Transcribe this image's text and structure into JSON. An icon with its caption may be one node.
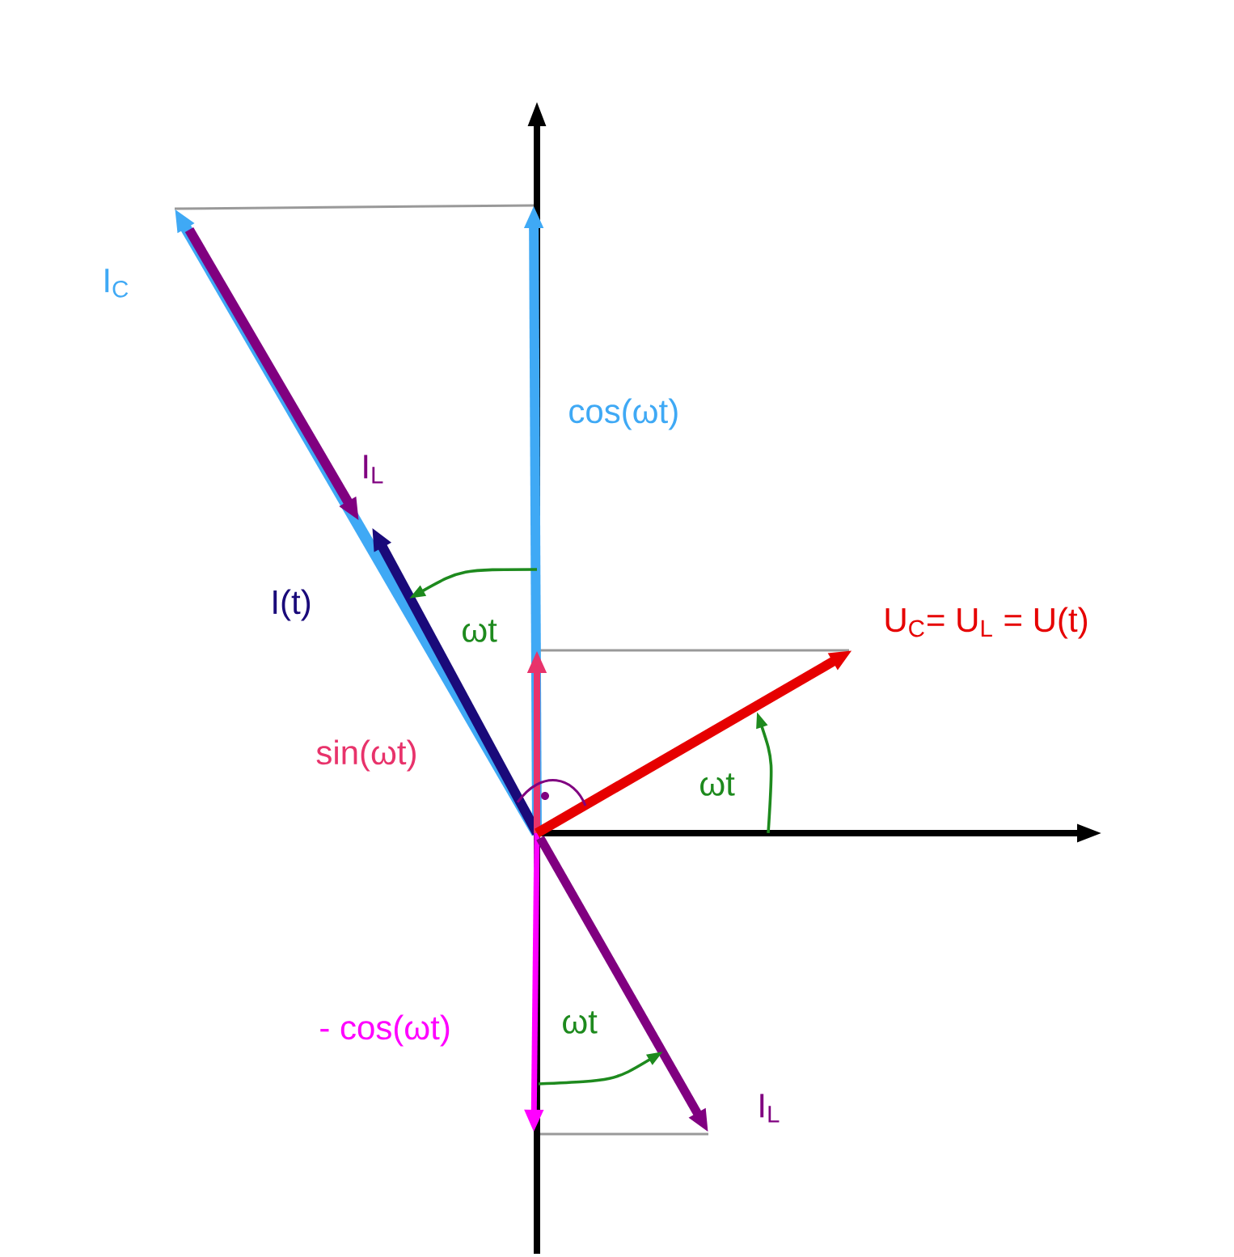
{
  "diagram": {
    "labels": [
      "I$_{C}$",
      "I$_{L}$",
      "cos(ωt)",
      "I(t)",
      "ωt",
      "U$_{C}$= U$_{L}$ = U(t)",
      "sin(ωt)",
      "ωt",
      "- cos(ωt)",
      "ωt",
      "I$_{L}$"
    ]
  }
}
